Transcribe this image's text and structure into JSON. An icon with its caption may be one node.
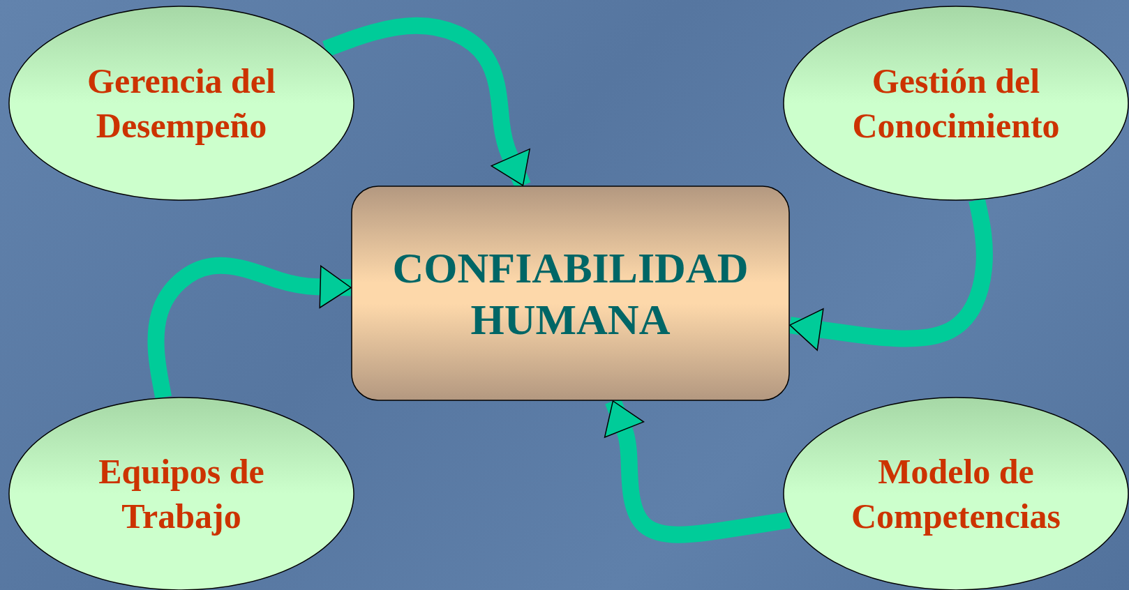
{
  "diagram": {
    "nodes": [
      {
        "text": [
          "Gerencia del Desempeño"
        ]
      },
      {
        "text": [
          "Gestión del Conocimiento"
        ]
      },
      {
        "text": [
          "CONFIABILIDAD HUMANA"
        ]
      },
      {
        "text": [
          "Equipos de Trabajo"
        ]
      },
      {
        "text": [
          "Modelo de Competencias"
        ]
      }
    ],
    "edges": [
      {
        "from": 0,
        "to": 2,
        "arrow": "to"
      },
      {
        "from": 1,
        "to": 2,
        "arrow": "to"
      },
      {
        "from": 3,
        "to": 2,
        "arrow": "to"
      },
      {
        "from": 4,
        "to": 2,
        "arrow": "to"
      }
    ]
  }
}
